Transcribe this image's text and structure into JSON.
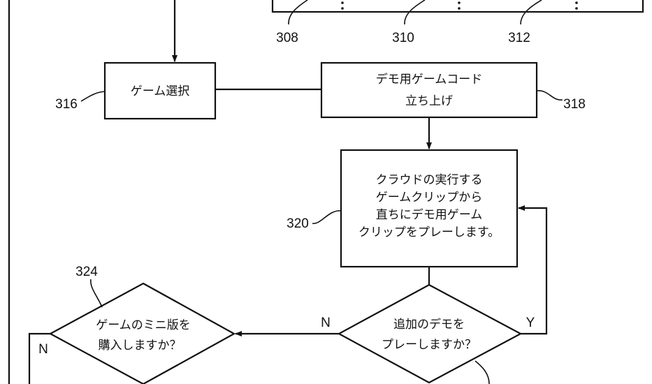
{
  "refs": {
    "r308": "308",
    "r310": "310",
    "r312": "312",
    "r316": "316",
    "r318": "318",
    "r320": "320",
    "r324": "324"
  },
  "boxes": {
    "select_game": "ゲーム選択",
    "launch_code": [
      "デモ用ゲームコード",
      "立ち上げ"
    ],
    "play_clip": [
      "クラウドの実行する",
      "ゲームクリップから",
      "直ちにデモ用ゲーム",
      "クリップをプレーします。"
    ]
  },
  "decisions": {
    "more_demo": [
      "追加のデモを",
      "プレーしますか？"
    ],
    "buy_mini": [
      "ゲームのミニ版を",
      "購入しますか？"
    ]
  },
  "branch_labels": {
    "no": "N",
    "yes": "Y",
    "no2": "N"
  },
  "colors": {
    "ink": "#111111",
    "paper": "#ffffff"
  }
}
